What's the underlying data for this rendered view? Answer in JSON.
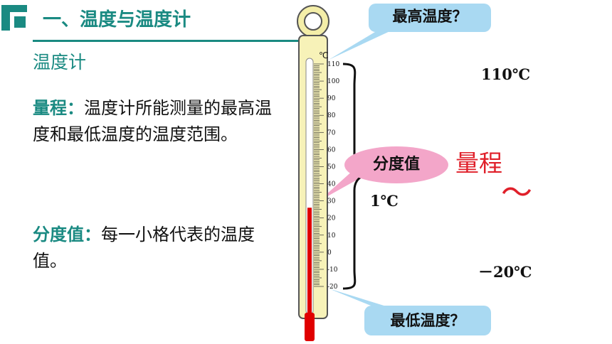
{
  "header": {
    "title": "一、温度与温度计"
  },
  "subtitle": "温度计",
  "range_def": {
    "term": "量程：",
    "text": "温度计所能测量的最高温度和最低温度的温度范围。"
  },
  "division_def": {
    "term": "分度值：",
    "text": "每一小格代表的温度值。"
  },
  "thermometer": {
    "unit": "℃",
    "scale_labels": [
      "110",
      "100",
      "90",
      "80",
      "70",
      "60",
      "50",
      "40",
      "30",
      "20",
      "10",
      "0",
      "-10",
      "-20"
    ],
    "reading": 26,
    "liquid_color": "#e00000"
  },
  "callouts": {
    "max": "最高温度？",
    "min": "最低温度？",
    "division": "分度值"
  },
  "values": {
    "max": "110℃",
    "division": "1℃",
    "min": "－20℃"
  },
  "range_label": "量程",
  "tilde": "～",
  "colors": {
    "accent": "#1a8a82",
    "callout_blue": "#a9d9f2",
    "callout_pink": "#f3a6c9",
    "red": "#e0202a"
  }
}
